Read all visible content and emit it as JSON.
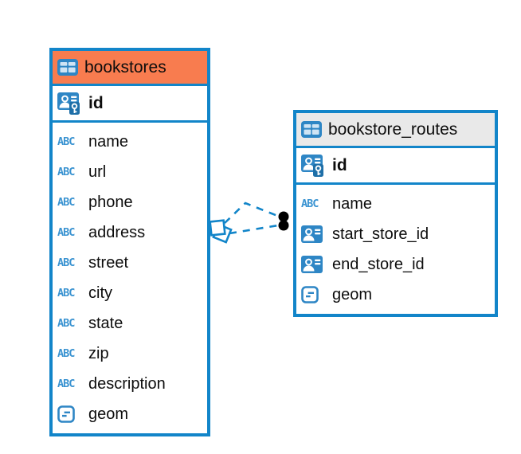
{
  "diagram": {
    "tables": [
      {
        "title": "bookstores",
        "header_style": "orange",
        "primary_key": "id",
        "columns": [
          {
            "label": "name",
            "type": "text"
          },
          {
            "label": "url",
            "type": "text"
          },
          {
            "label": "phone",
            "type": "text"
          },
          {
            "label": "address",
            "type": "text"
          },
          {
            "label": "street",
            "type": "text"
          },
          {
            "label": "city",
            "type": "text"
          },
          {
            "label": "state",
            "type": "text"
          },
          {
            "label": "zip",
            "type": "text"
          },
          {
            "label": "description",
            "type": "text"
          },
          {
            "label": "geom",
            "type": "geometry"
          }
        ]
      },
      {
        "title": "bookstore_routes",
        "header_style": "gray",
        "primary_key": "id",
        "columns": [
          {
            "label": "name",
            "type": "text"
          },
          {
            "label": "start_store_id",
            "type": "reference"
          },
          {
            "label": "end_store_id",
            "type": "reference"
          },
          {
            "label": "geom",
            "type": "geometry"
          }
        ]
      }
    ],
    "relations": [
      {
        "from_table": "bookstore_routes",
        "to_table": "bookstores",
        "style": "dashed"
      },
      {
        "from_table": "bookstore_routes",
        "to_table": "bookstores",
        "style": "dashed"
      }
    ]
  },
  "icons": {
    "text_type_glyph": "ABC"
  },
  "colors": {
    "accent_blue": "#1285C9",
    "icon_blue": "#2E86C5",
    "abc_blue": "#3A93D1",
    "header_orange": "#F87C4F",
    "header_gray": "#E9E9E9",
    "relation_dot": "#000000",
    "background": "#FFFFFF"
  }
}
